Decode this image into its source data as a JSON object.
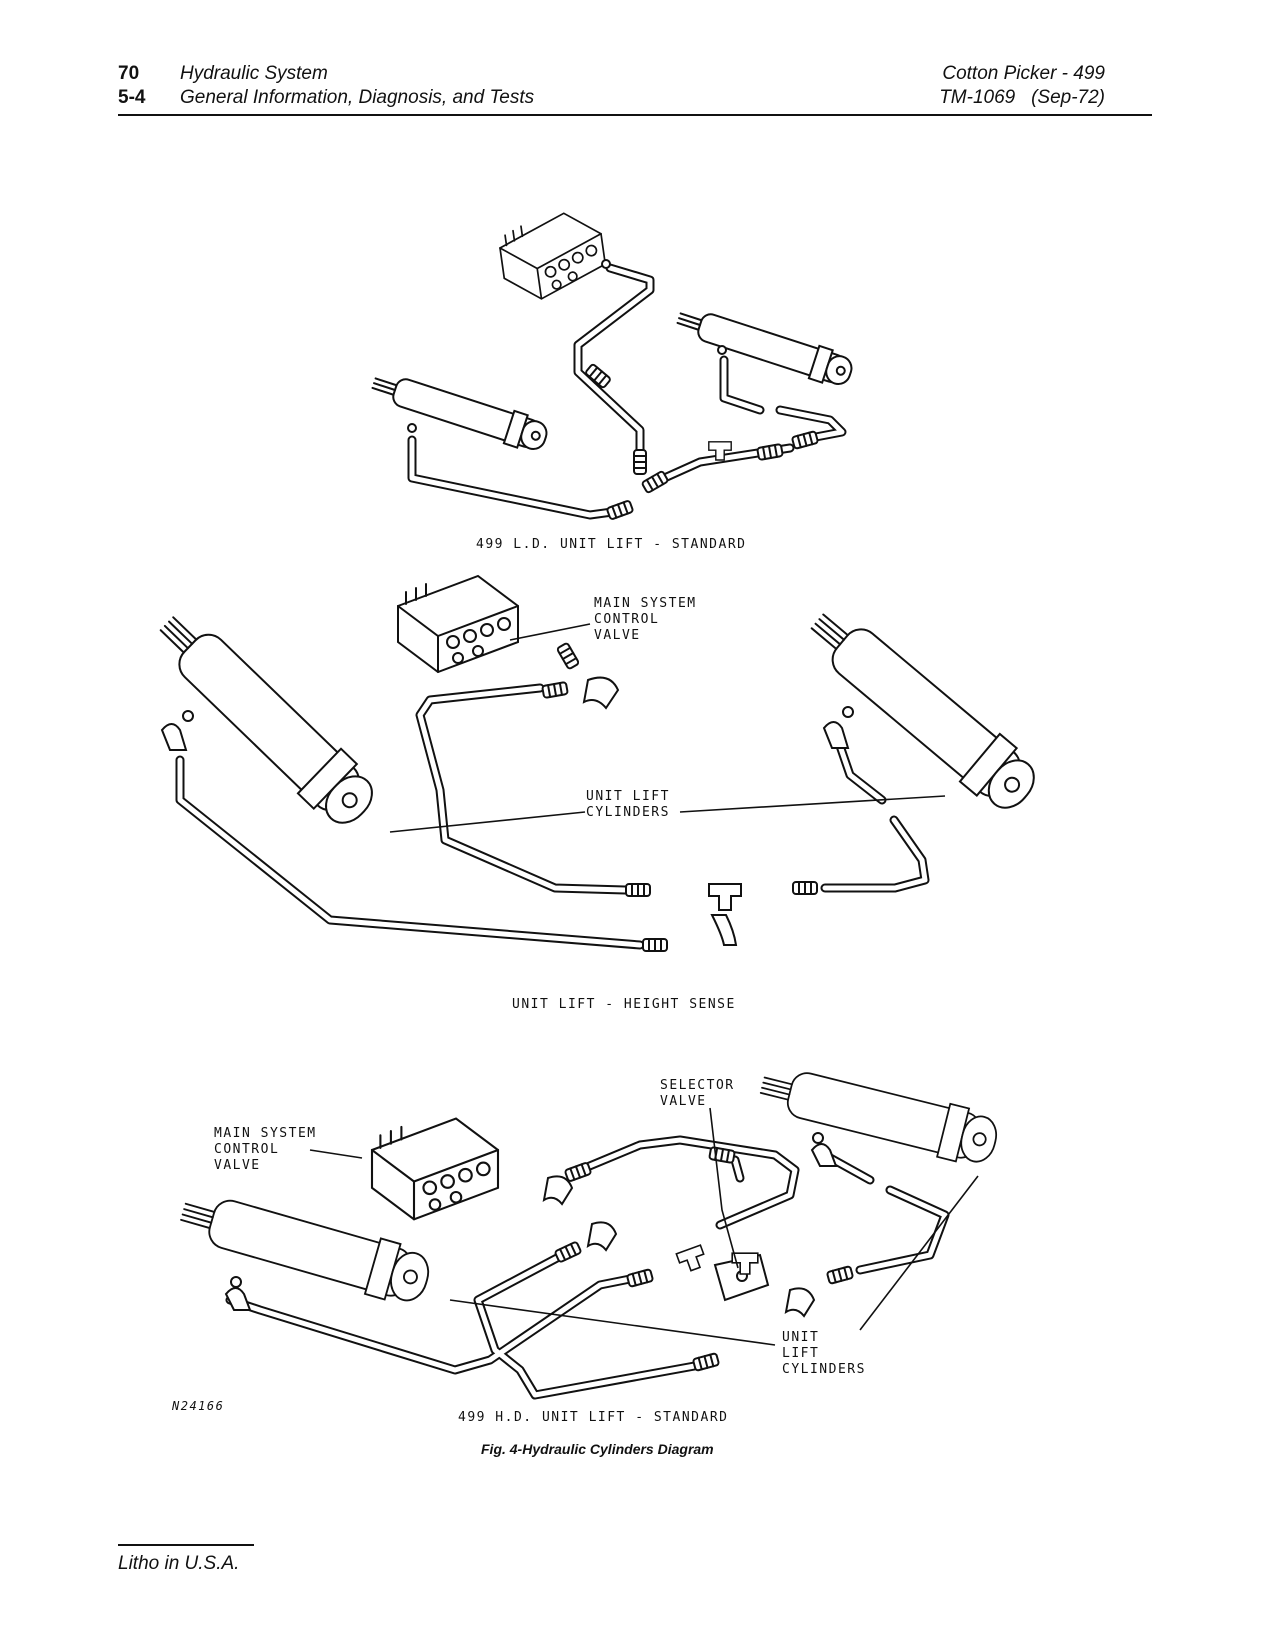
{
  "header": {
    "left_page_number": "70",
    "left_title": "Hydraulic System",
    "left_section_number": "5-4",
    "left_subtitle": "General Information, Diagnosis, and Tests",
    "right_title": "Cotton Picker - 499",
    "right_subtitle": "TM-1069   (Sep-72)"
  },
  "diagram1": {
    "caption": "499 L.D. UNIT LIFT - STANDARD"
  },
  "diagram2": {
    "caption": "UNIT LIFT - HEIGHT SENSE",
    "label_valve": "MAIN SYSTEM\nCONTROL\nVALVE",
    "label_cylinders": "UNIT LIFT\nCYLINDERS"
  },
  "diagram3": {
    "caption": "499 H.D. UNIT LIFT - STANDARD",
    "label_selector": "SELECTOR\nVALVE",
    "label_valve": "MAIN SYSTEM\nCONTROL\nVALVE",
    "label_cylinders": "UNIT\nLIFT\nCYLINDERS",
    "code": "N24166"
  },
  "figure_caption": "Fig. 4-Hydraulic Cylinders Diagram",
  "footer": {
    "litho": "Litho in U.S.A."
  }
}
